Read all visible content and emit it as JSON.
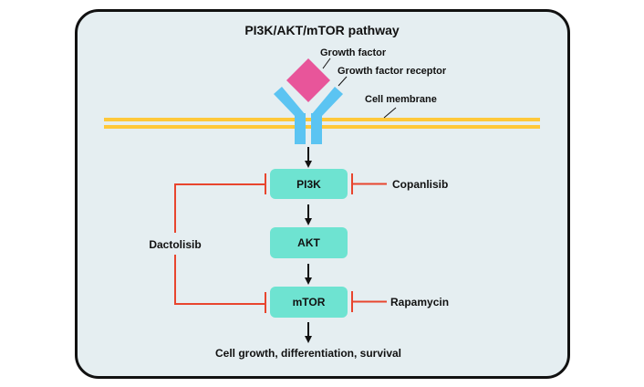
{
  "title": "PI3K/AKT/mTOR pathway",
  "colors": {
    "background": "#e5eef1",
    "frame_border": "#111111",
    "growth_factor": "#e8559a",
    "receptor": "#5bc4f2",
    "membrane": "#ffc83a",
    "node_fill": "#6ee3d1",
    "inhibitor": "#e8452e",
    "arrow": "#111111"
  },
  "labels": {
    "growth_factor": "Growth factor",
    "growth_factor_receptor": "Growth factor receptor",
    "cell_membrane": "Cell membrane"
  },
  "nodes": [
    {
      "id": "pi3k",
      "label": "PI3K"
    },
    {
      "id": "akt",
      "label": "AKT"
    },
    {
      "id": "mtor",
      "label": "mTOR"
    }
  ],
  "inhibitors": [
    {
      "id": "copanlisib",
      "label": "Copanlisib",
      "targets": [
        "PI3K"
      ]
    },
    {
      "id": "rapamycin",
      "label": "Rapamycin",
      "targets": [
        "mTOR"
      ]
    },
    {
      "id": "dactolisib",
      "label": "Dactolisib",
      "targets": [
        "PI3K",
        "mTOR"
      ]
    }
  ],
  "outcome": "Cell growth, differentiation, survival"
}
